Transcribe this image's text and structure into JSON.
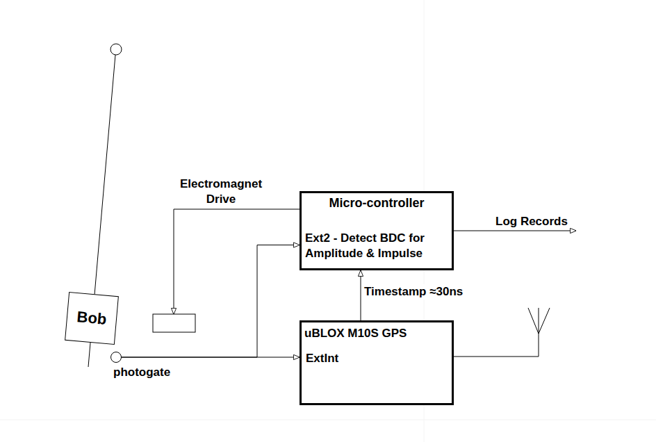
{
  "diagram": {
    "nodes": [
      {
        "text": [
          "Bob"
        ]
      },
      {
        "text": [
          "photogate"
        ]
      },
      {
        "text": [
          "Micro-controller",
          "Ext2 - Detect BDC for Amplitude & Impulse"
        ]
      },
      {
        "text": [
          "uBLOX M10S GPS",
          "ExtInt"
        ]
      }
    ],
    "edges": [
      {
        "from": 1,
        "to": 3,
        "arrow": "to"
      },
      {
        "from": 1,
        "to": 2,
        "arrow": "to"
      },
      {
        "from": 3,
        "to": 2,
        "label": "Timestamp ≈30ns",
        "arrow": "to"
      }
    ],
    "labels": [
      "Electromagnet Drive",
      "Log Records"
    ]
  }
}
